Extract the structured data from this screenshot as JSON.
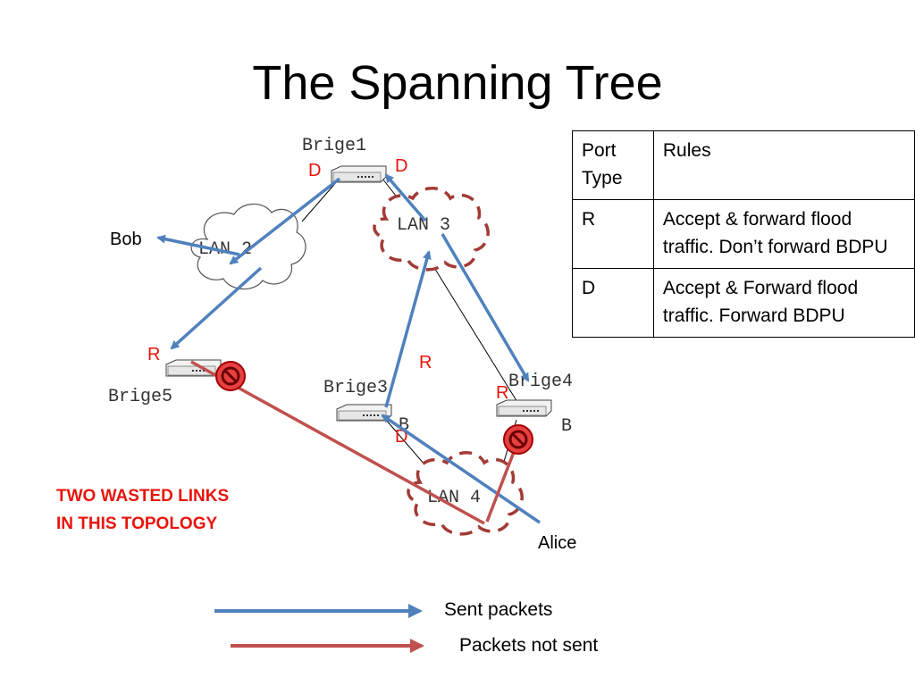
{
  "title": "The Spanning Tree",
  "bridges": {
    "b1": "Brige1",
    "b3": "Brige3",
    "b4": "Brige4",
    "b5": "Brige5"
  },
  "lans": {
    "lan2": "LAN 2",
    "lan3": "LAN 3",
    "lan4": "LAN 4"
  },
  "hosts": {
    "bob": "Bob",
    "alice": "Alice"
  },
  "port_labels": {
    "b1_left": "D",
    "b1_right": "D",
    "b5": "R",
    "b3_top": "R",
    "b3_bottom": "D",
    "b3_b": "B",
    "b4_r": "R",
    "b4_b": "B"
  },
  "warning": [
    "TWO WASTED LINKS",
    "IN THIS TOPOLOGY"
  ],
  "table": {
    "headers": [
      "Port Type",
      "Rules"
    ],
    "rows": [
      {
        "type": "R",
        "rule": "Accept & forward flood traffic.  Don’t forward BDPU"
      },
      {
        "type": "D",
        "rule": "Accept & Forward flood traffic. Forward BDPU"
      }
    ]
  },
  "legend": {
    "sent": "Sent packets",
    "not_sent": "Packets not sent"
  },
  "colors": {
    "sent": "#4f81bd",
    "not_sent": "#c0504d",
    "label_red": "#e8140c"
  }
}
